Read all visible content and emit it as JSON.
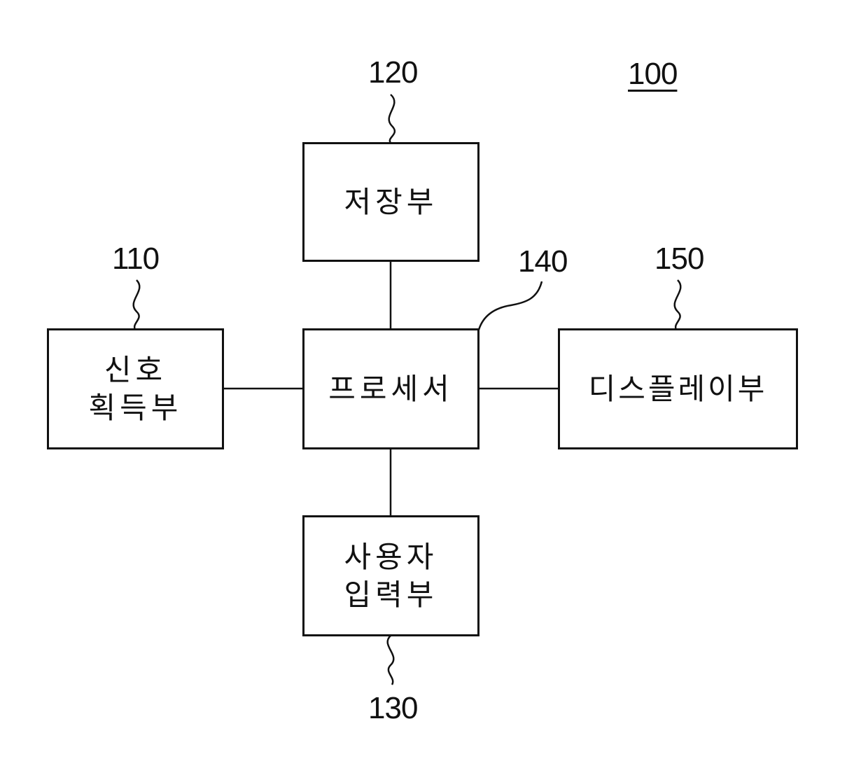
{
  "figure_ref": "100",
  "blocks": {
    "signal": {
      "ref": "110",
      "label": "신호\n획득부"
    },
    "storage": {
      "ref": "120",
      "label": "저장부"
    },
    "user_input": {
      "ref": "130",
      "label": "사용자\n입력부"
    },
    "processor": {
      "ref": "140",
      "label": "프로세서"
    },
    "display": {
      "ref": "150",
      "label": "디스플레이부"
    }
  },
  "connections": [
    [
      "processor",
      "storage"
    ],
    [
      "processor",
      "signal"
    ],
    [
      "processor",
      "display"
    ],
    [
      "processor",
      "user_input"
    ]
  ]
}
